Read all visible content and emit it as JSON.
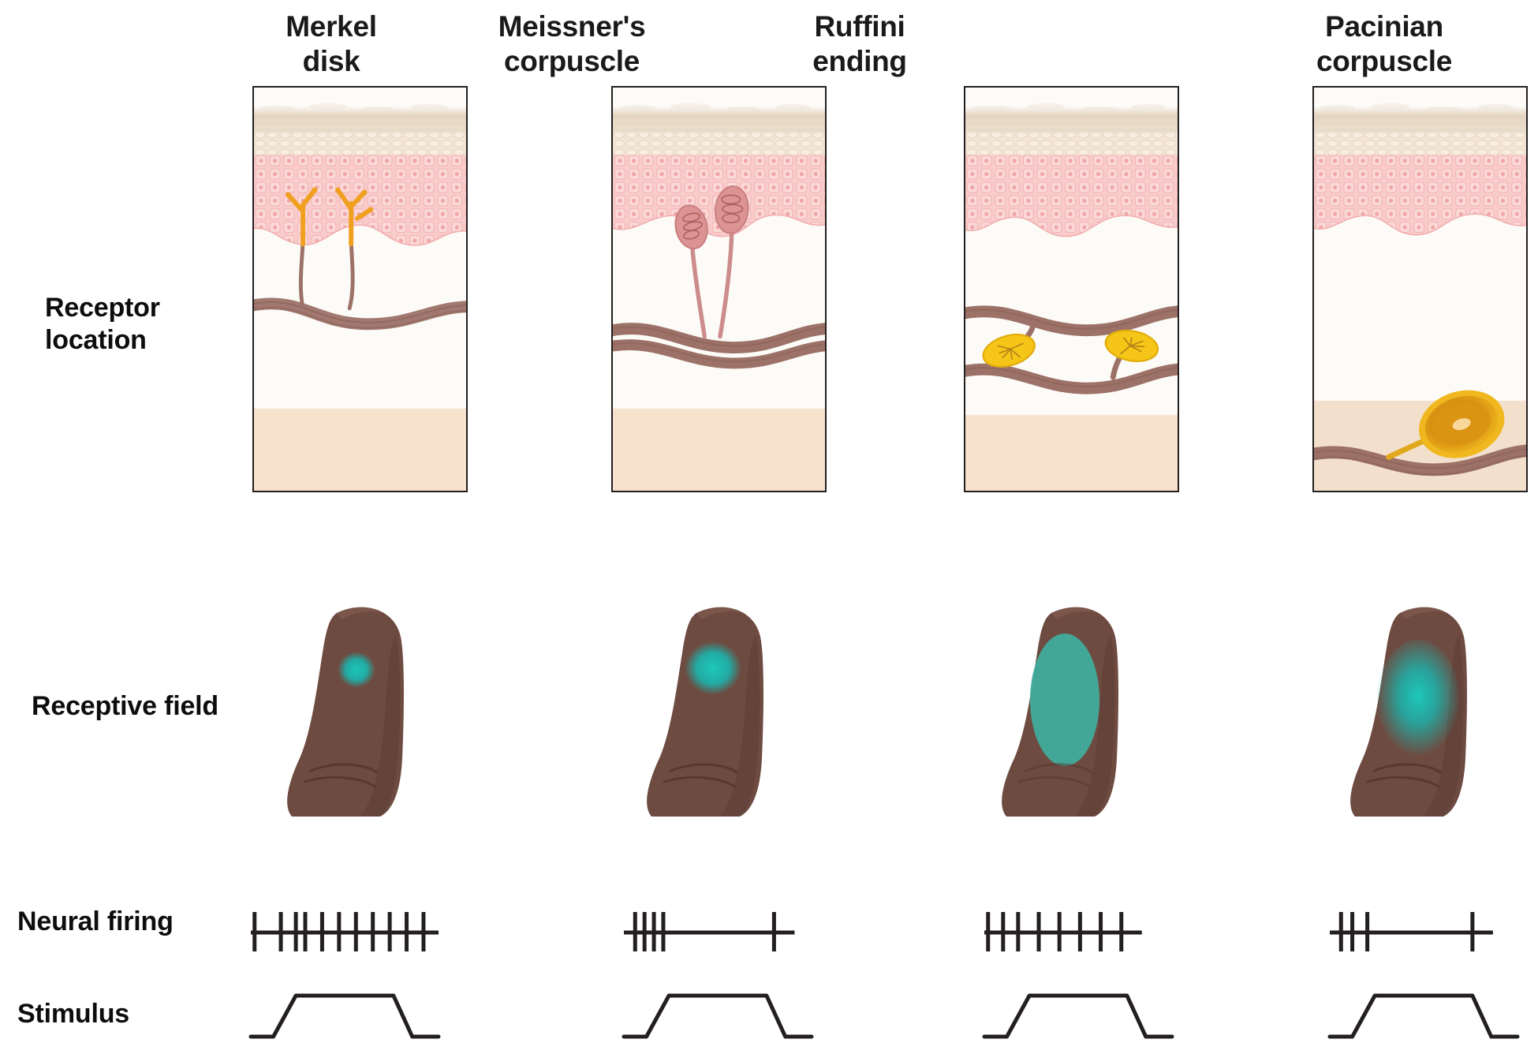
{
  "figure": {
    "title_row_labels": [
      "Receptor\nlocation",
      "Receptive field",
      "Neural firing",
      "Stimulus"
    ],
    "rows": {
      "receptor_location": {
        "label_line1": "Receptor",
        "label_line2": "location"
      },
      "receptive_field": {
        "label": "Receptive field"
      },
      "neural_firing": {
        "label": "Neural firing"
      },
      "stimulus": {
        "label": "Stimulus"
      }
    },
    "columns": [
      {
        "id": "merkel-disk",
        "header_line1": "Merkel",
        "header_line2": "disk",
        "receptor_depth": "epidermis-dermis junction, basal epidermis",
        "receptor_color": "#f0a01e",
        "receptive_field": {
          "size": "small",
          "shape": "small circle",
          "color": "#19b9b0"
        },
        "neural_firing": {
          "pattern": "slowly adapting, sustained",
          "spike_count": 11
        },
        "stimulus": {
          "shape": "trapezoid"
        }
      },
      {
        "id": "meissners-corpuscle",
        "header_line1": "Meissner's",
        "header_line2": "corpuscle",
        "receptor_depth": "dermal papillae, superficial dermis",
        "receptor_color": "#d98b8b",
        "receptive_field": {
          "size": "small",
          "shape": "circle",
          "color": "#19b9b0"
        },
        "neural_firing": {
          "pattern": "rapidly adapting, onset and offset bursts",
          "spike_count": 5
        },
        "stimulus": {
          "shape": "trapezoid"
        }
      },
      {
        "id": "ruffini-ending",
        "header_line1": "Ruffini",
        "header_line2": "ending",
        "receptor_depth": "deep dermis, along nerve bundles",
        "receptor_color": "#f5c518",
        "receptive_field": {
          "size": "large",
          "shape": "large ellipse",
          "color": "#3fae9f"
        },
        "neural_firing": {
          "pattern": "slowly adapting, sustained",
          "spike_count": 8
        },
        "stimulus": {
          "shape": "trapezoid"
        }
      },
      {
        "id": "pacinian-corpuscle",
        "header_line1": "Pacinian",
        "header_line2": "corpuscle",
        "receptor_depth": "hypodermis / deep subcutaneous tissue",
        "receptor_color": "#e09b12",
        "receptive_field": {
          "size": "large",
          "shape": "diffuse gradient ellipse",
          "color": "#19b9b0"
        },
        "neural_firing": {
          "pattern": "rapidly adapting, brief onset and offset bursts",
          "spike_count": 4
        },
        "stimulus": {
          "shape": "trapezoid"
        }
      }
    ],
    "spike_trains": [
      {
        "column": "merkel-disk",
        "positions": [
          0.02,
          0.16,
          0.24,
          0.29,
          0.38,
          0.47,
          0.56,
          0.65,
          0.74,
          0.83,
          0.92
        ]
      },
      {
        "column": "meissners-corpuscle",
        "positions": [
          0.06,
          0.11,
          0.16,
          0.21,
          0.8
        ]
      },
      {
        "column": "ruffini-ending",
        "positions": [
          0.02,
          0.1,
          0.18,
          0.29,
          0.4,
          0.51,
          0.62,
          0.73
        ]
      },
      {
        "column": "pacinian-corpuscle",
        "positions": [
          0.06,
          0.12,
          0.2,
          0.76
        ]
      }
    ],
    "stimulus_waveform": {
      "description": "trapezoid pulse: flat baseline, ramp up, plateau, ramp down, flat baseline",
      "points": [
        [
          0.0,
          0.0
        ],
        [
          0.12,
          0.0
        ],
        [
          0.24,
          1.0
        ],
        [
          0.76,
          1.0
        ],
        [
          0.86,
          0.0
        ],
        [
          1.0,
          0.0
        ]
      ]
    },
    "skin_layers": [
      {
        "name": "stratum corneum",
        "color": "#e8dbc8"
      },
      {
        "name": "stratum granulosum",
        "color": "#f0e4d4"
      },
      {
        "name": "epidermis (stratum spinosum / basale)",
        "color": "#f6c2c2"
      },
      {
        "name": "dermis",
        "color": "#fdfbf7"
      },
      {
        "name": "hypodermis",
        "color": "#f7e2cc"
      },
      {
        "name": "nerve bundle",
        "color": "#9c7268"
      }
    ],
    "palette": {
      "text": "#111111",
      "panel_border": "#231f20",
      "finger_skin": "#6e4b41",
      "finger_shadow": "#5d3e35",
      "receptive_field_teal": "#19b9b0",
      "trace_black": "#231f20"
    }
  }
}
